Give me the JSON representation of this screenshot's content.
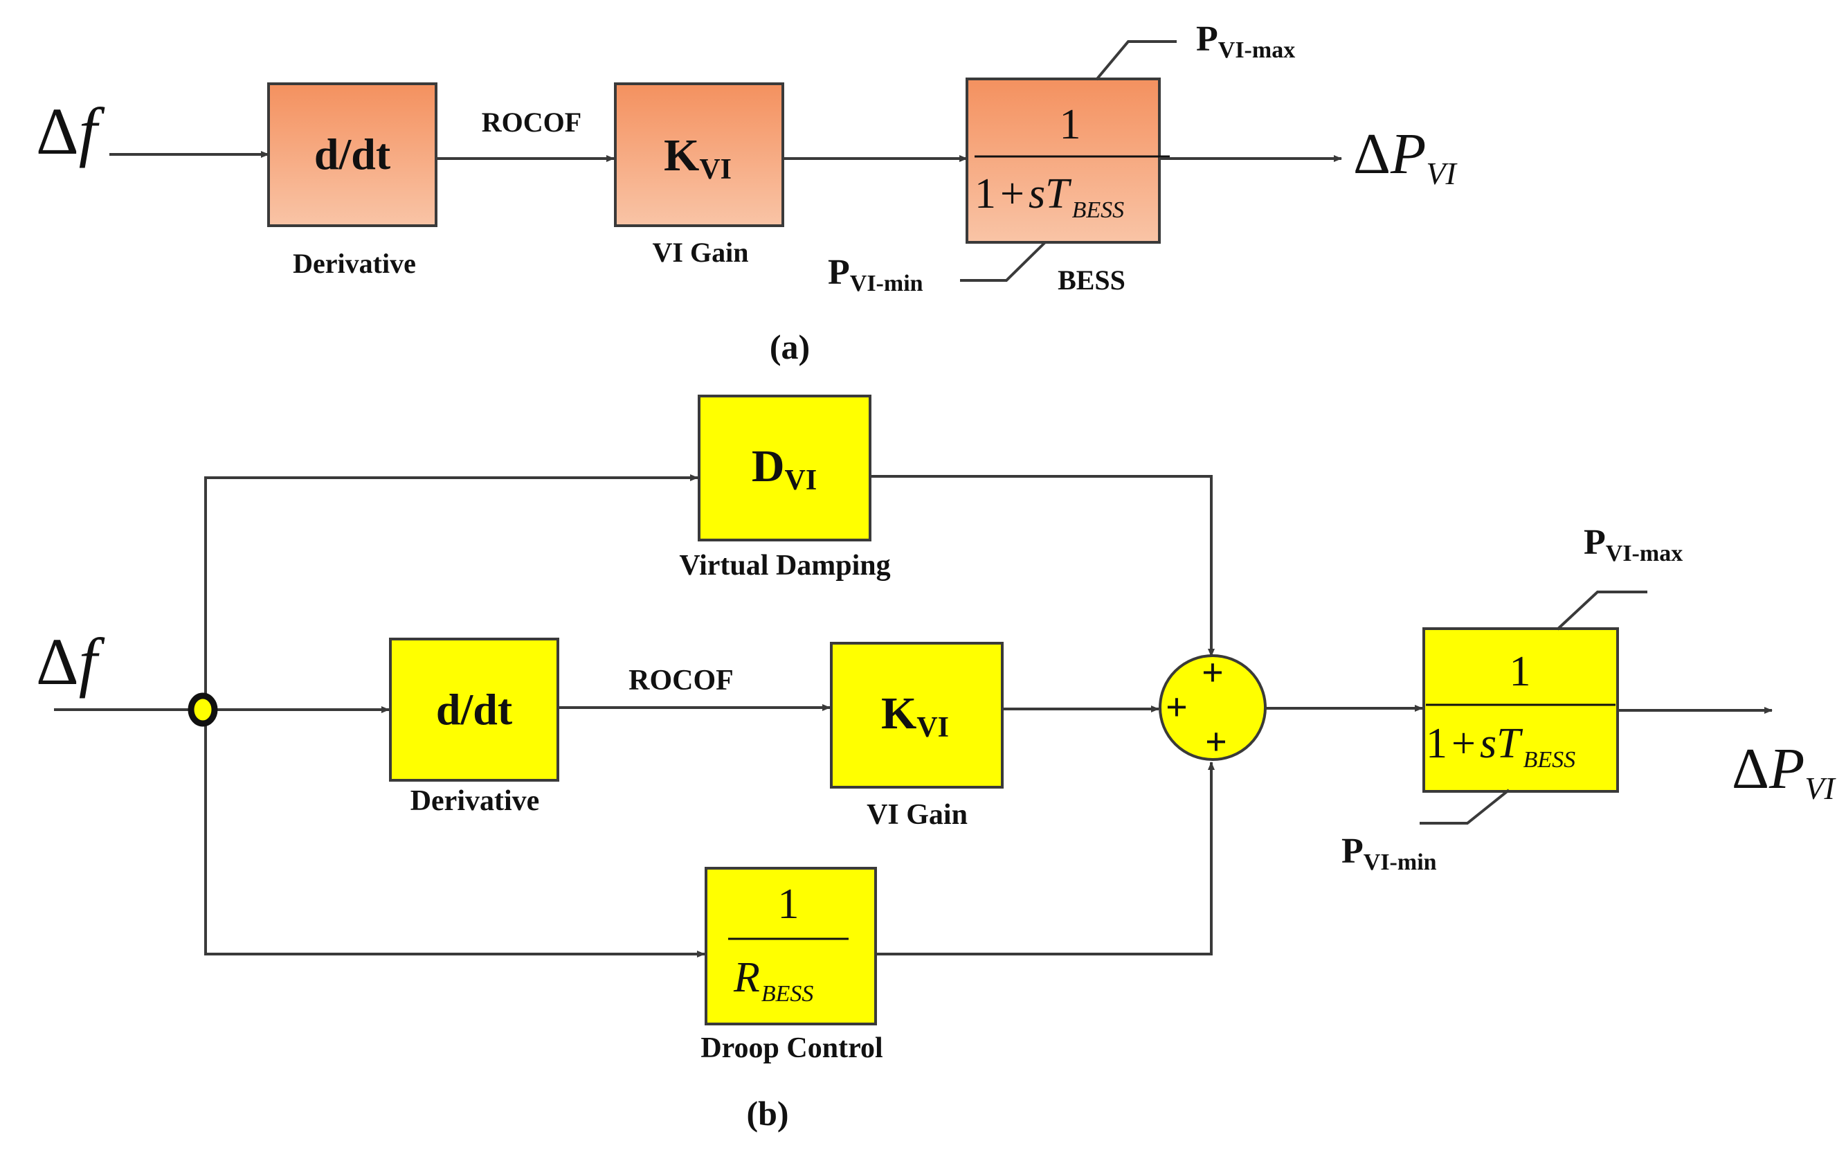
{
  "panel_a": {
    "caption": "(a)",
    "input": {
      "delta": "Δ",
      "var": "f"
    },
    "blocks": {
      "derivative": {
        "text": "d/dt",
        "caption": "Derivative"
      },
      "gain": {
        "main": "K",
        "sub": "VI",
        "caption": "VI Gain"
      },
      "bess": {
        "num": "1",
        "den_const": "1",
        "den_plus": "+",
        "den_s": "s",
        "den_T": "T",
        "den_sub": "BESS",
        "caption": "BESS"
      }
    },
    "signal_label": "ROCOF",
    "limit_max": {
      "main": "P",
      "sub": "VI-max"
    },
    "limit_min": {
      "main": "P",
      "sub": "VI-min"
    },
    "output": {
      "delta": "Δ",
      "var": "P",
      "sub": "VI"
    }
  },
  "panel_b": {
    "caption": "(b)",
    "input": {
      "delta": "Δ",
      "var": "f"
    },
    "blocks": {
      "damping": {
        "main": "D",
        "sub": "VI",
        "caption": "Virtual Damping"
      },
      "derivative": {
        "text": "d/dt",
        "caption": "Derivative"
      },
      "gain": {
        "main": "K",
        "sub": "VI",
        "caption": "VI Gain"
      },
      "droop": {
        "num": "1",
        "den_R": "R",
        "den_sub": "BESS",
        "caption": "Droop Control"
      },
      "bess": {
        "num": "1",
        "den_const": "1",
        "den_plus": "+",
        "den_s": "s",
        "den_T": "T",
        "den_sub": "BESS"
      }
    },
    "signal_label": "ROCOF",
    "sum_signs": {
      "top": "+",
      "left": "+",
      "bottom": "+"
    },
    "limit_max": {
      "main": "P",
      "sub": "VI-max"
    },
    "limit_min": {
      "main": "P",
      "sub": "VI-min"
    },
    "output": {
      "delta": "Δ",
      "var": "P",
      "sub": "VI"
    }
  },
  "colors": {
    "panel_a_block_top": "#f4915f",
    "panel_a_block_bottom": "#f9c4a6",
    "panel_b_block": "#ffff00",
    "line": "#3a3a3a"
  }
}
